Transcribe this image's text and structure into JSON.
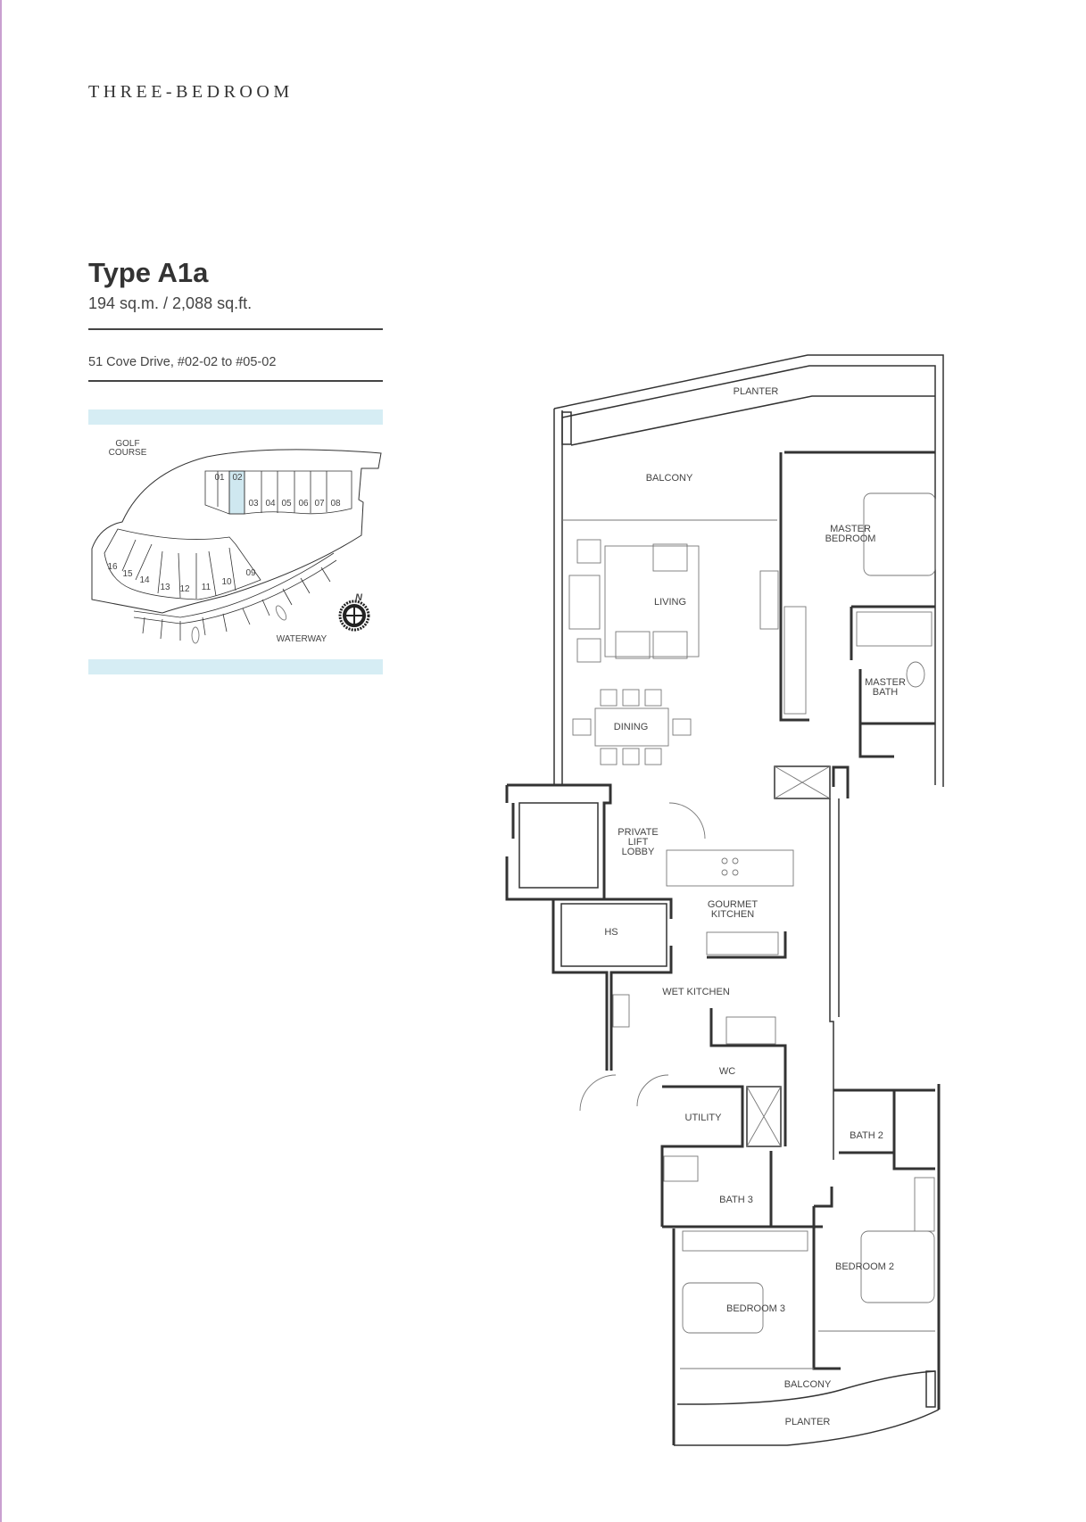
{
  "header": {
    "section_title": "THREE-BEDROOM"
  },
  "unit": {
    "type_title": "Type A1a",
    "area": "194 sq.m. / 2,088 sq.ft.",
    "address": "51 Cove Drive, #02-02 to #05-02"
  },
  "site_plan": {
    "golf_course": [
      "GOLF",
      "COURSE"
    ],
    "waterway": "WATERWAY",
    "north": "N",
    "highlight_color": "#cfe8f0",
    "units": [
      "01",
      "02",
      "03",
      "04",
      "05",
      "06",
      "07",
      "08",
      "09",
      "10",
      "11",
      "12",
      "13",
      "14",
      "15",
      "16"
    ],
    "highlighted_unit": "02"
  },
  "floor_plan": {
    "rooms": {
      "planter_top": "PLANTER",
      "balcony_top": "BALCONY",
      "master_bedroom": [
        "MASTER",
        "BEDROOM"
      ],
      "living": "LIVING",
      "master_bath": [
        "MASTER",
        "BATH"
      ],
      "dining": "DINING",
      "private_lift_lobby": [
        "PRIVATE",
        "LIFT",
        "LOBBY"
      ],
      "gourmet_kitchen": [
        "GOURMET",
        "KITCHEN"
      ],
      "hs": "HS",
      "wet_kitchen": "WET KITCHEN",
      "wc": "WC",
      "utility": "UTILITY",
      "bath_2": "BATH 2",
      "bath_3": "BATH 3",
      "bedroom_2": "BEDROOM 2",
      "bedroom_3": "BEDROOM 3",
      "balcony_bottom": "BALCONY",
      "planter_bottom": "PLANTER"
    }
  }
}
